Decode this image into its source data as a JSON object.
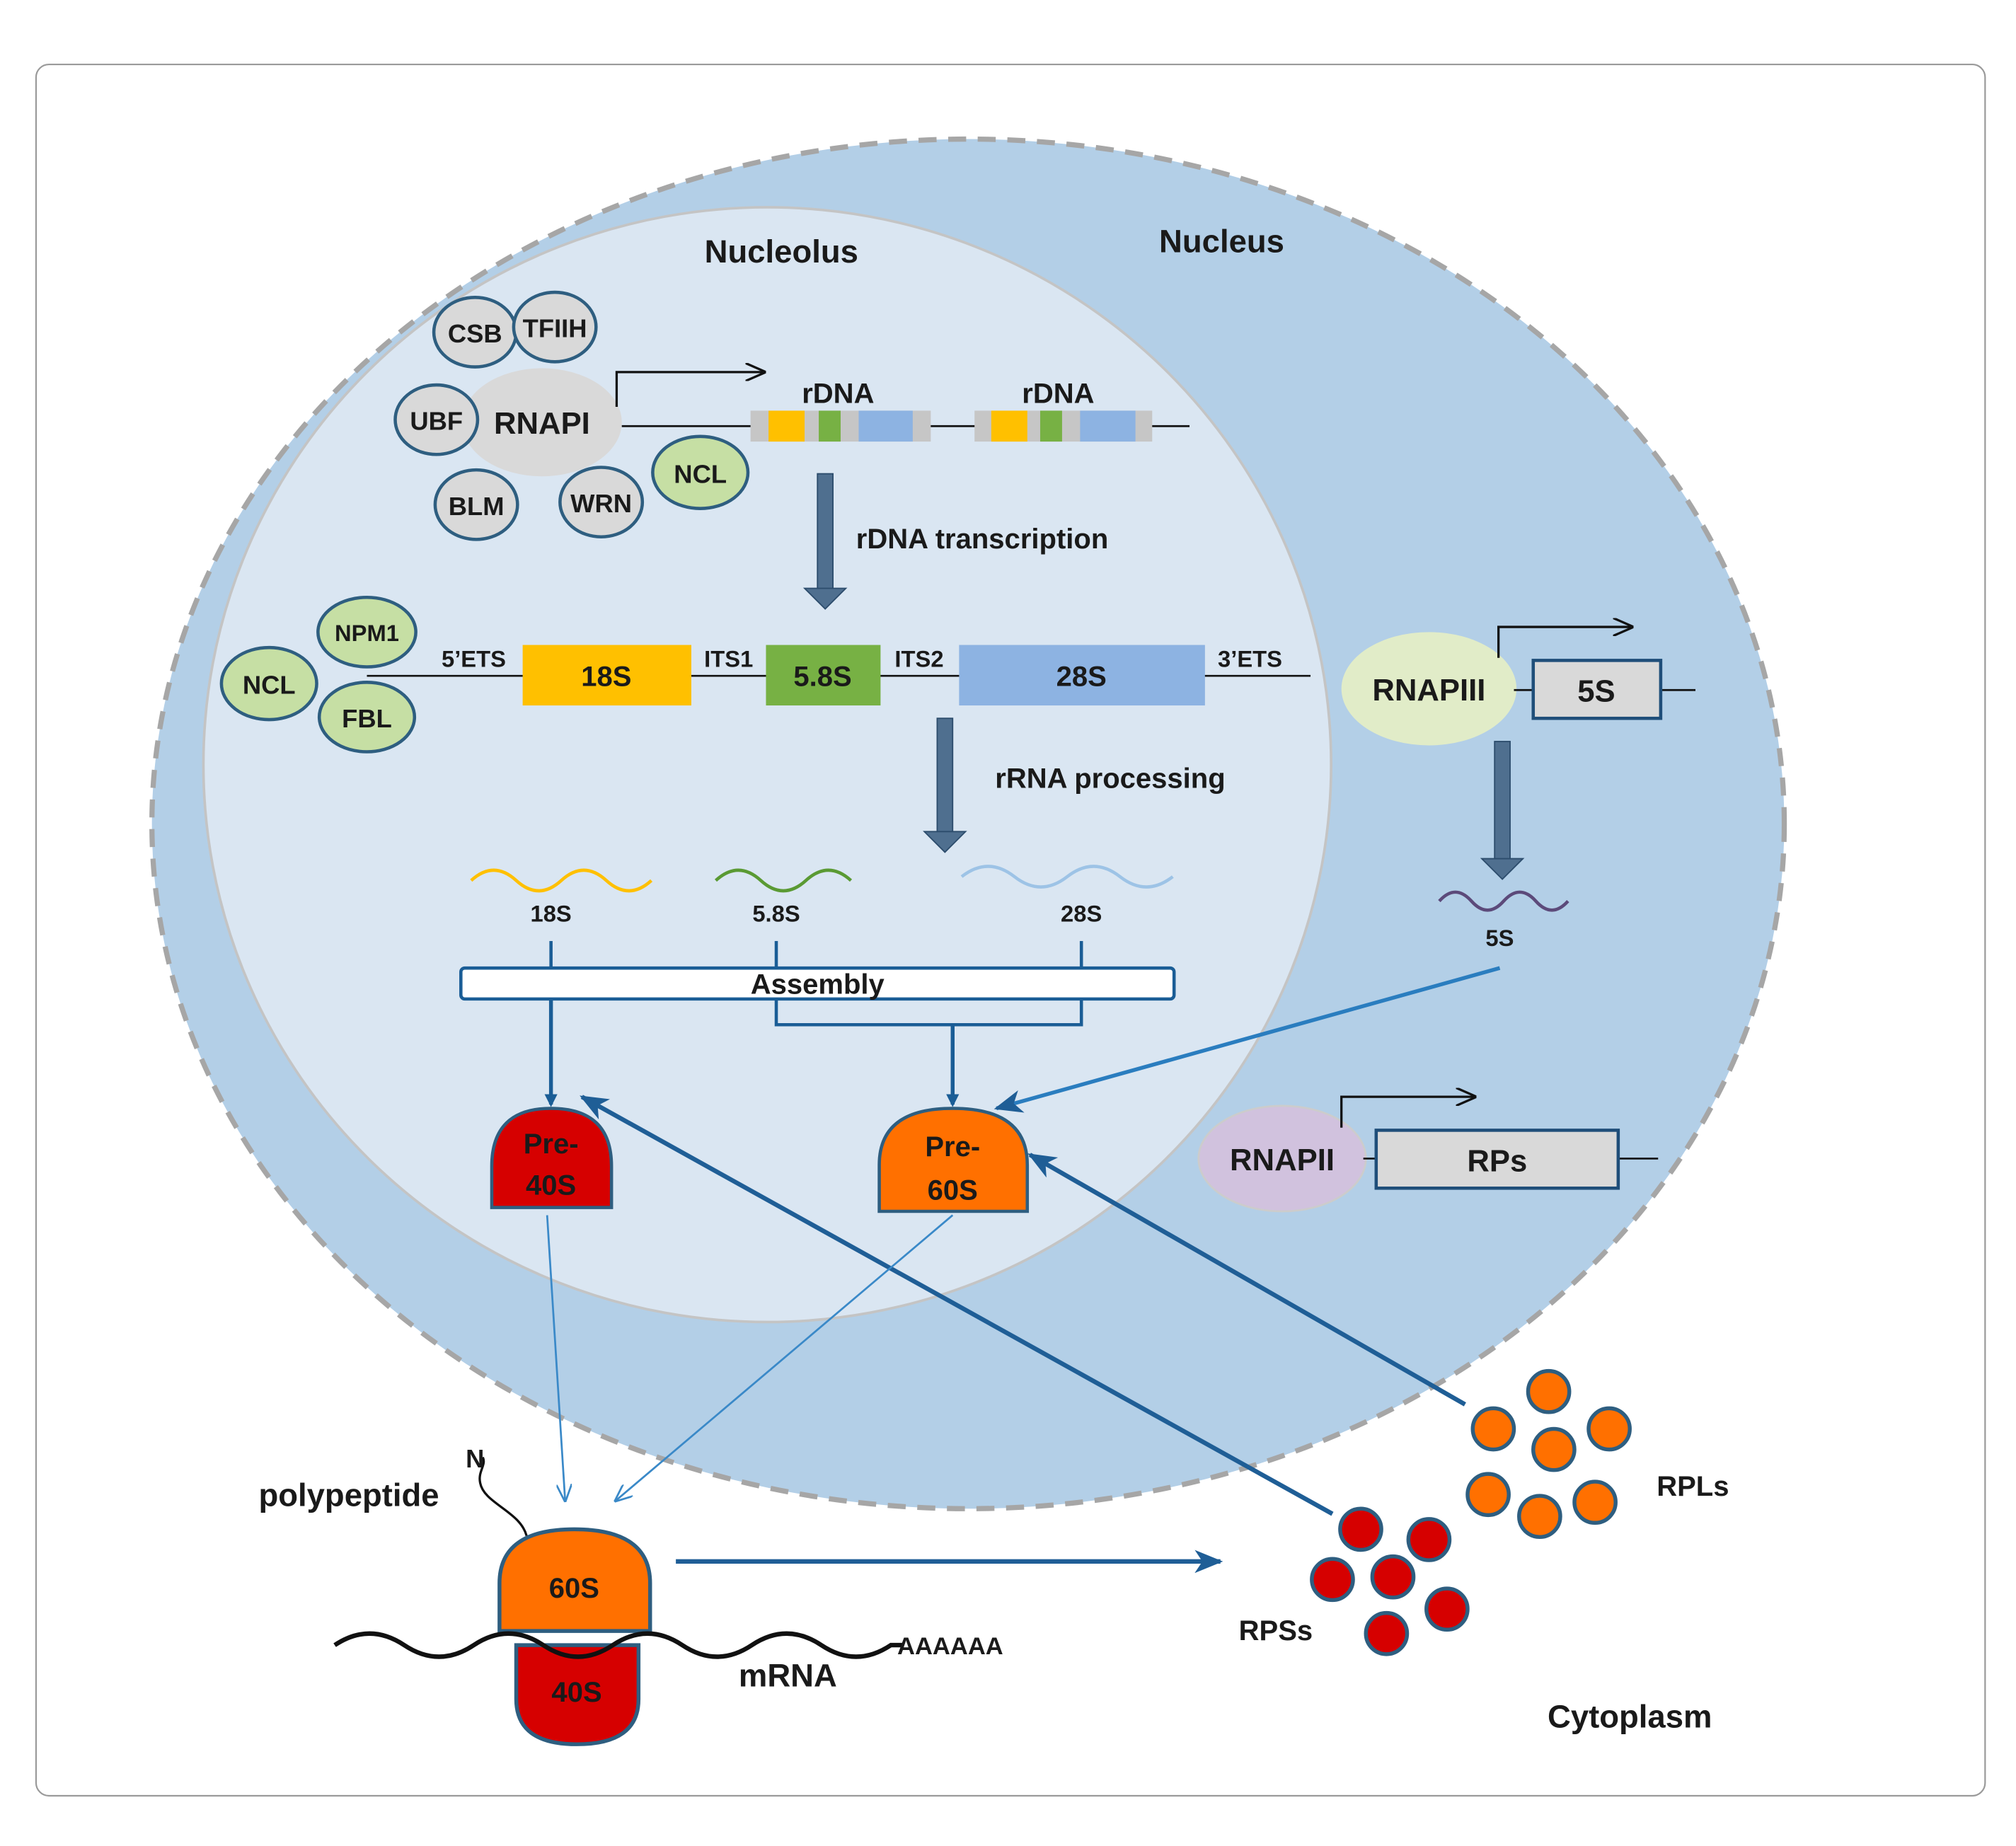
{
  "regions": {
    "nucleolus": "Nucleolus",
    "nucleus": "Nucleus",
    "cytoplasm": "Cytoplasm"
  },
  "rnapi_complex": {
    "csb": "CSB",
    "tfiih": "TFIIH",
    "ubf": "UBF",
    "rnapi": "RNAPI",
    "ncl": "NCL",
    "blm": "BLM",
    "wrn": "WRN"
  },
  "rdna": {
    "label1": "rDNA",
    "label2": "rDNA",
    "transcription_label": "rDNA transcription"
  },
  "pre_rrna": {
    "npm1": "NPM1",
    "ncl": "NCL",
    "fbl": "FBL",
    "ets5": "5’ETS",
    "its1": "ITS1",
    "its2": "ITS2",
    "ets3": "3’ETS",
    "s18": "18S",
    "s58": "5.8S",
    "s28": "28S",
    "processing_label": "rRNA processing"
  },
  "mature_rrna": {
    "s18": "18S",
    "s58": "5.8S",
    "s28": "28S",
    "assembly": "Assembly"
  },
  "pre_subunits": {
    "pre40s_line1": "Pre-",
    "pre40s_line2": "40S",
    "pre60s_line1": "Pre-",
    "pre60s_line2": "60S"
  },
  "pol3": {
    "rnapiii": "RNAPIII",
    "gene": "5S",
    "product": "5S"
  },
  "pol2": {
    "rnapii": "RNAPII",
    "gene": "RPs"
  },
  "translation": {
    "polypeptide": "polypeptide",
    "n_terminus": "N",
    "s60": "60S",
    "s40": "40S",
    "mrna": "mRNA",
    "polya": "AAAAAA"
  },
  "proteins": {
    "rpss": "RPSs",
    "rpls": "RPLs"
  },
  "colors": {
    "nucleus_fill": "#b3cfe7",
    "nucleolus_fill": "#dae6f2",
    "protein_outline": "#2e5e80",
    "green_protein": "#c6dfa4",
    "s18_yellow": "#ffc000",
    "s58_green": "#77b144",
    "s28_blue": "#8db3e2",
    "pre40s_red": "#d60000",
    "pre60s_orange": "#ff7000",
    "arrow_blue": "#1f5e96"
  }
}
